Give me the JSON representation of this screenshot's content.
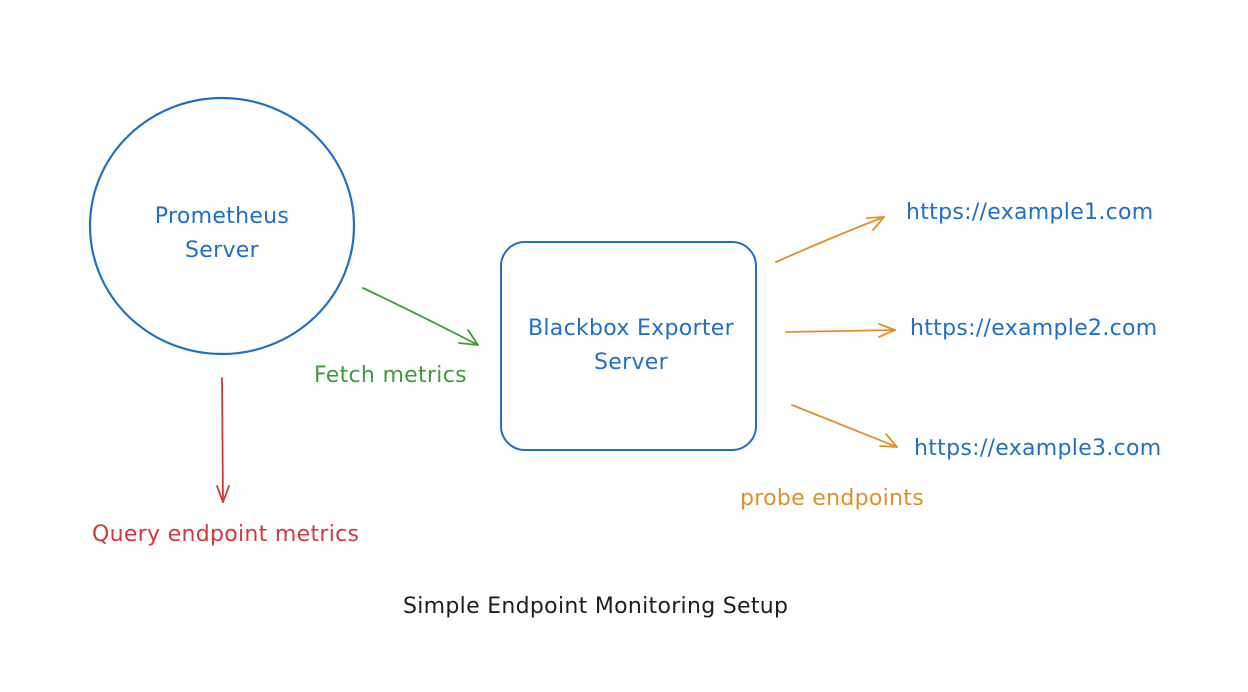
{
  "nodes": {
    "prometheus": {
      "line1": "Prometheus",
      "line2": "Server"
    },
    "blackbox": {
      "line1": "Blackbox Exporter",
      "line2": "Server"
    }
  },
  "endpoints": [
    "https://example1.com",
    "https://example2.com",
    "https://example3.com"
  ],
  "edges": {
    "fetch": "Fetch metrics",
    "query": "Query endpoint metrics",
    "probe": "probe endpoints"
  },
  "caption": "Simple Endpoint Monitoring Setup",
  "colors": {
    "blue": "#1f6fc5",
    "green": "#3f9a3a",
    "red": "#d13a3a",
    "orange": "#e0902a",
    "text": "#1e1e1e"
  }
}
